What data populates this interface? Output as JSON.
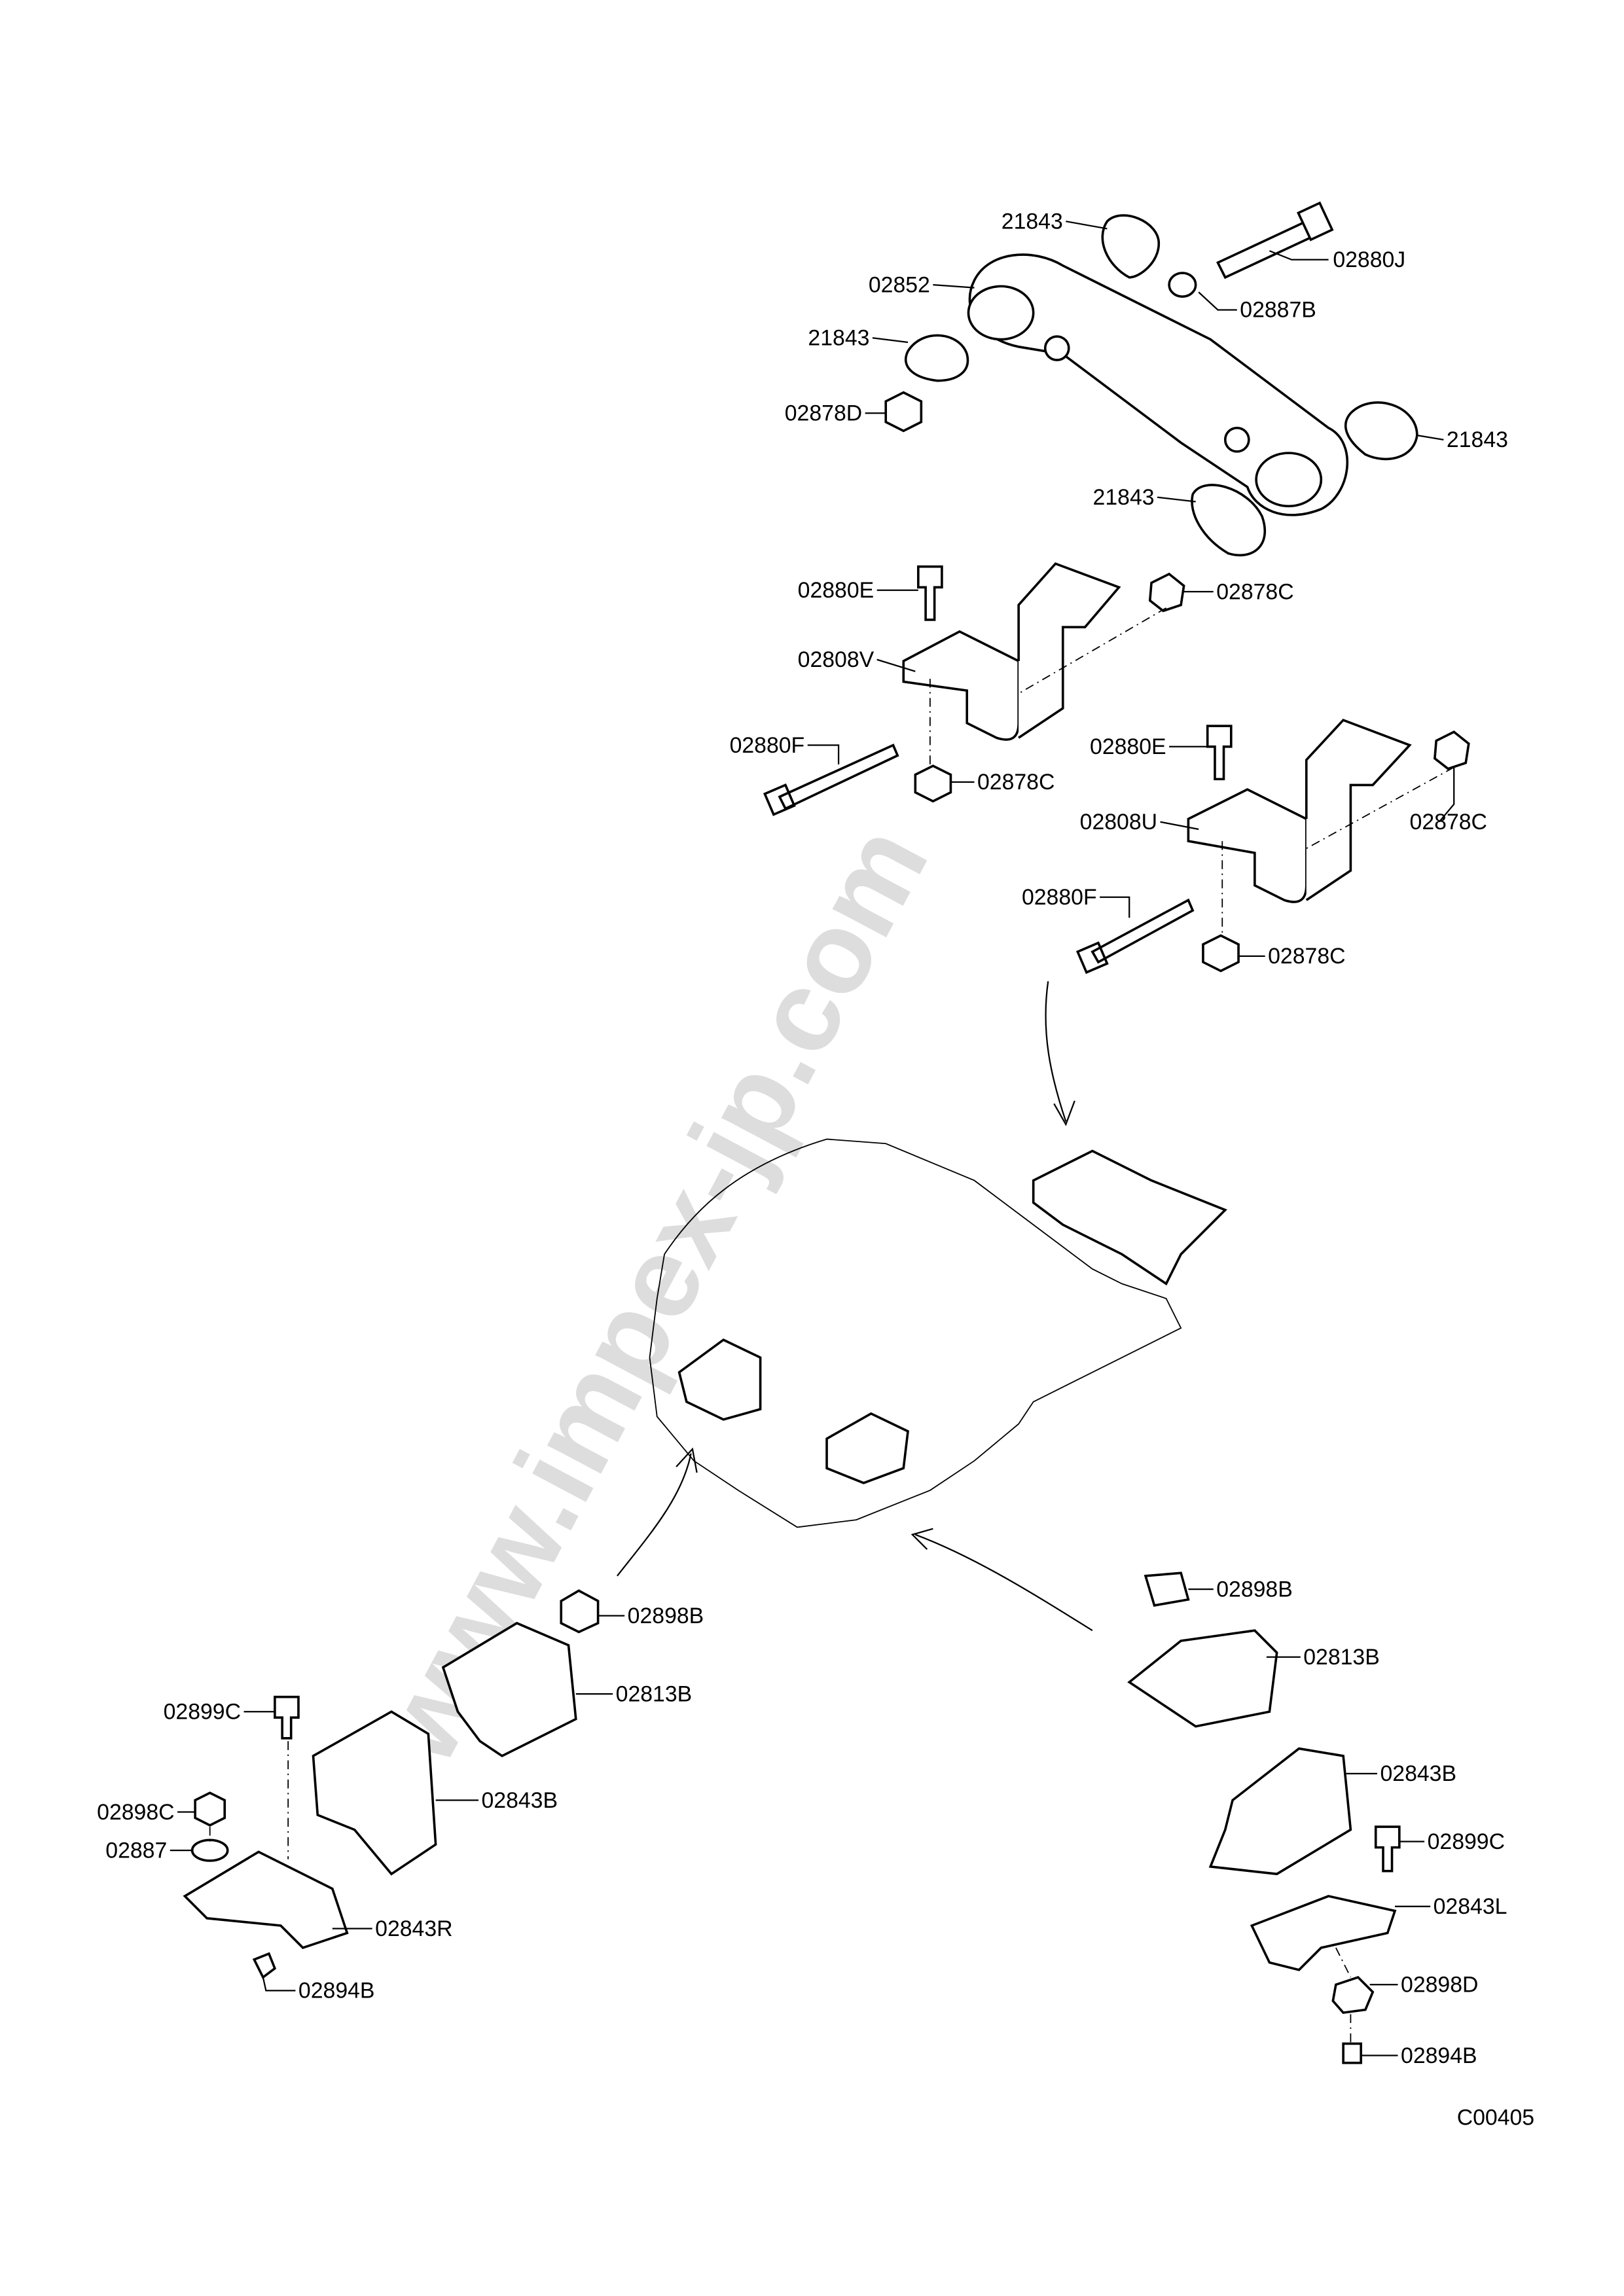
{
  "diagram_code": "C00405",
  "watermark": "www.impex-jp.com",
  "labels": [
    "21843",
    "02880J",
    "02852",
    "02887B",
    "21843",
    "02878D",
    "21843",
    "21843",
    "02880E",
    "02878C",
    "02808V",
    "02880F",
    "02878C",
    "02880E",
    "02878C",
    "02808U",
    "02880F",
    "02878C",
    "02898B",
    "02813B",
    "02899C",
    "02843B",
    "02898C",
    "02887",
    "02843R",
    "02894B",
    "02898B",
    "02813B",
    "02843B",
    "02899C",
    "02843L",
    "02898D",
    "02894B"
  ]
}
